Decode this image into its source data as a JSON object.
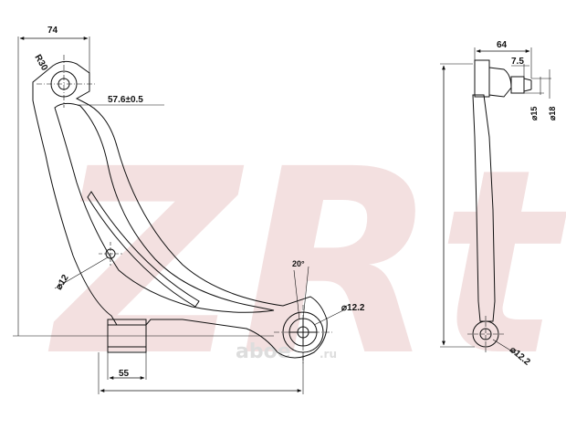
{
  "watermark": {
    "brand": "ZRt",
    "site": "aboe",
    "site_suffix": ".ru"
  },
  "front_view": {
    "dim_width_top": "74",
    "dim_radius": "R30",
    "dim_bushing_offset": "57.6±0.5",
    "dim_hole_small": "⌀12",
    "dim_angle": "20°",
    "dim_hole_ball": "⌀12.2",
    "dim_bottom": "55"
  },
  "side_view": {
    "dim_width": "64",
    "dim_stud_len": "7.5",
    "dim_stud_d15": "⌀15",
    "dim_stud_d18": "⌀18",
    "dim_hole": "⌀12.2"
  },
  "colors": {
    "line": "#111111",
    "watermark": "#f2dede"
  }
}
